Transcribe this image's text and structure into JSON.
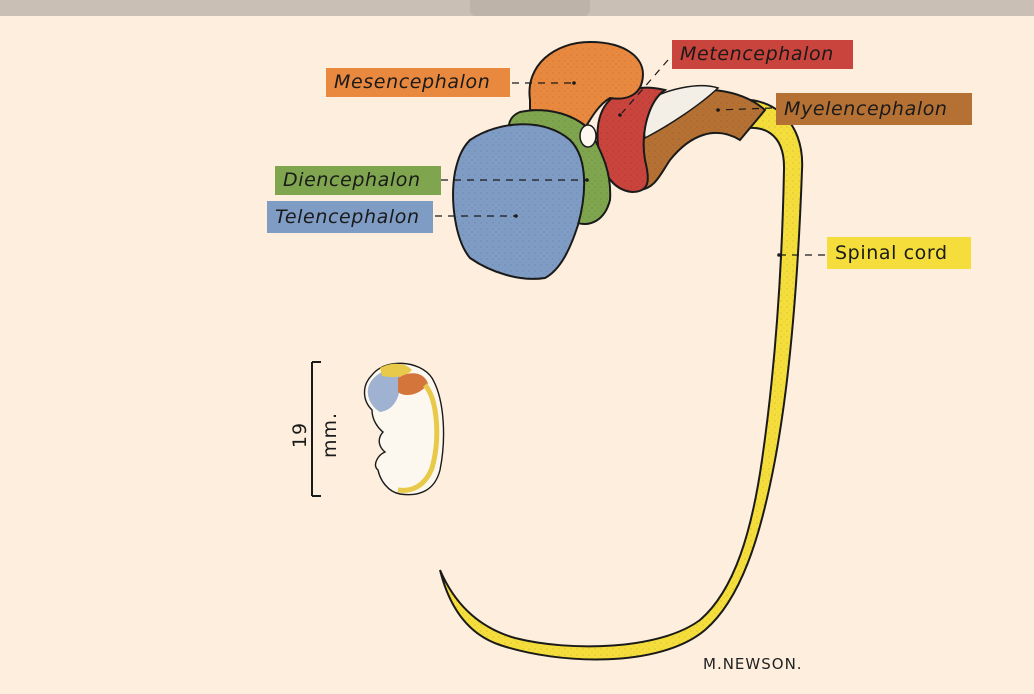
{
  "labels": {
    "mesencephalon": "Mesencephalon",
    "metencephalon": "Metencephalon",
    "myelencephalon": "Myelencephalon",
    "diencephalon": "Diencephalon",
    "telencephalon": "Telencephalon",
    "spinal_cord": "Spinal cord"
  },
  "scale_bar": "19 mm.",
  "signature": "M.NEWSON.",
  "colors": {
    "background": "#fdeedd",
    "mesencephalon": "#e8893f",
    "metencephalon": "#c8443c",
    "myelencephalon": "#b57134",
    "diencephalon": "#7fa54e",
    "telencephalon": "#7f9cc4",
    "spinal_cord": "#f5de3c"
  }
}
